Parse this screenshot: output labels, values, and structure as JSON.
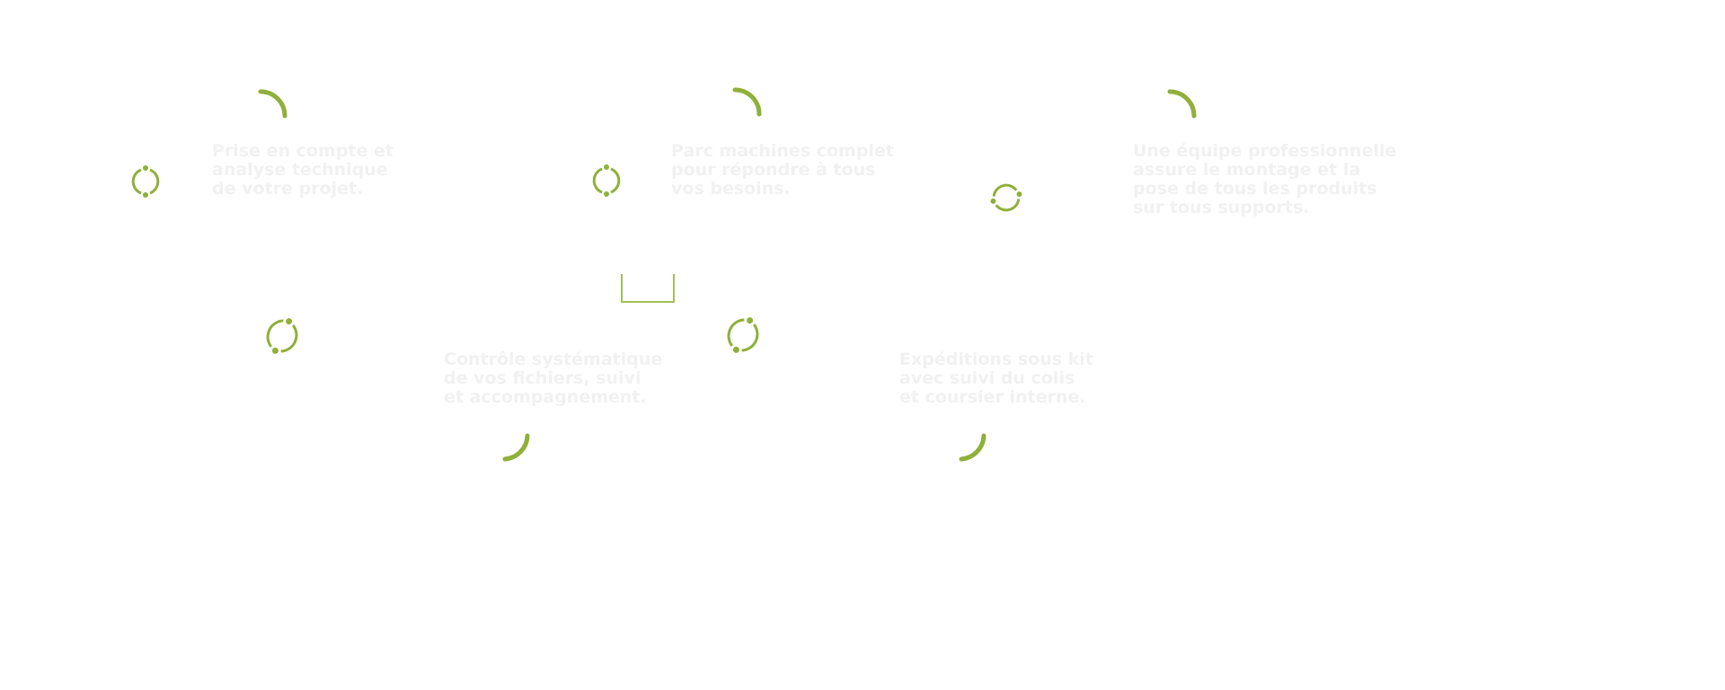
{
  "accent_color": "#8fb03a",
  "features": [
    {
      "lines": [
        "Prise en compte et",
        "analyse technique",
        "de votre projet."
      ]
    },
    {
      "lines": [
        "Parc machines complet",
        "pour répondre à tous",
        "vos besoins."
      ]
    },
    {
      "lines": [
        "Une équipe professionnelle",
        "assure le montage et la",
        "pose de tous les produits",
        "sur tous supports."
      ]
    },
    {
      "lines": [
        "Contrôle systématique",
        "de vos fichiers, suivi",
        "et accompagnement."
      ]
    },
    {
      "lines": [
        "Expéditions sous kit",
        "avec suivi du colis",
        "et coursier interne."
      ]
    }
  ],
  "icons": [
    "loading-spinner-icon",
    "arc-decoration-icon",
    "bracket-decoration"
  ]
}
